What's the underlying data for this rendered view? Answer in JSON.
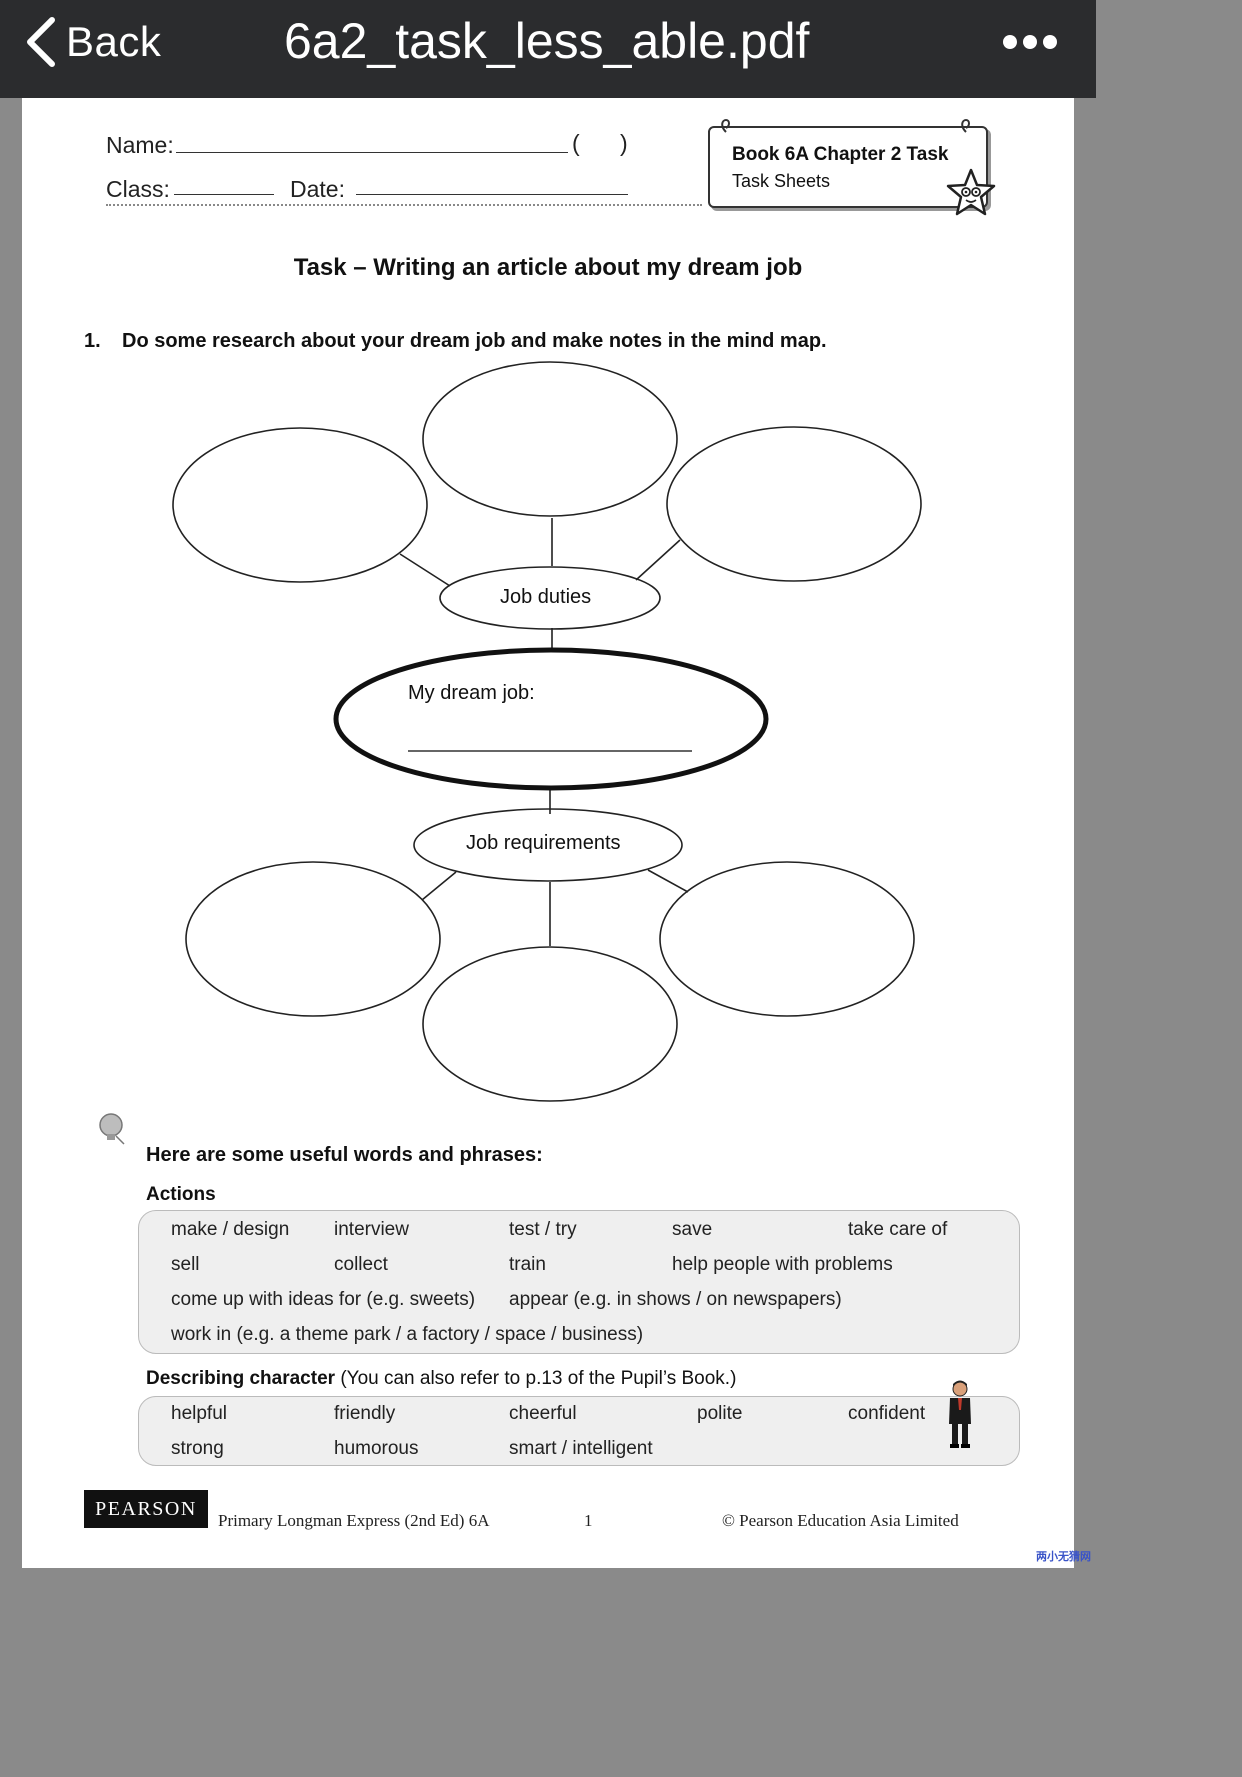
{
  "app": {
    "back_label": "Back",
    "title": "6a2_task_less_able.pdf"
  },
  "header": {
    "name_label": "Name:",
    "paren_open": "(",
    "paren_close": ")",
    "class_label": "Class:",
    "date_label": "Date:",
    "book_title": "Book 6A Chapter 2 Task",
    "book_subtitle": "Task Sheets"
  },
  "task": {
    "title": "Task – Writing an article about my dream job",
    "q1_number": "1.",
    "q1_text": "Do some research about your dream job and make notes in the mind map."
  },
  "mindmap": {
    "center_label": "My dream job:",
    "duties_label": "Job duties",
    "requirements_label": "Job requirements"
  },
  "phrases": {
    "heading": "Here are some useful words and phrases:",
    "actions_heading": "Actions",
    "actions": [
      "make / design",
      "interview",
      "test / try",
      "save",
      "take care of",
      "sell",
      "collect",
      "train",
      "help people with problems",
      "come up with ideas for (e.g. sweets)",
      "appear (e.g. in shows / on newspapers)",
      "work in (e.g. a theme park / a factory / space / business)"
    ],
    "character_heading": "Describing character",
    "character_note": "(You can also refer to p.13 of the Pupil’s Book.)",
    "character": [
      "helpful",
      "friendly",
      "cheerful",
      "polite",
      "confident",
      "strong",
      "humorous",
      "smart / intelligent"
    ]
  },
  "footer": {
    "publisher": "PEARSON",
    "book": "Primary Longman Express (2nd Ed) 6A",
    "page": "1",
    "copyright": "© Pearson Education Asia Limited"
  },
  "watermark": "两小无猜网",
  "icons": [
    "chevron-left-icon",
    "more-dots-icon",
    "lightbulb-icon",
    "star-mascot-icon",
    "businessman-icon"
  ]
}
